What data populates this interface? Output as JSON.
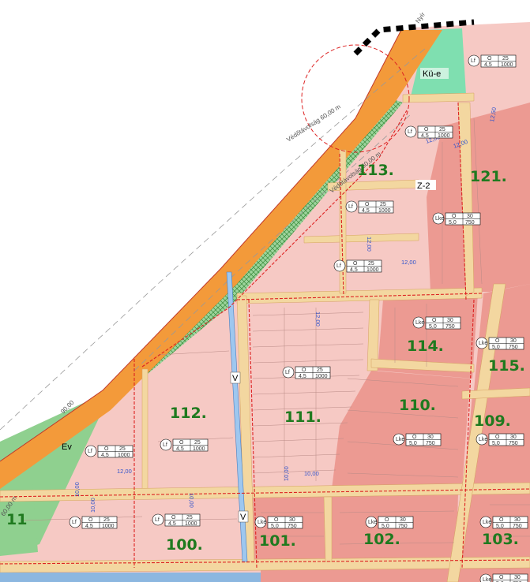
{
  "blocks": [
    {
      "id": "b113",
      "label": "113."
    },
    {
      "id": "b121",
      "label": "121."
    },
    {
      "id": "b114",
      "label": "114."
    },
    {
      "id": "b115",
      "label": "115."
    },
    {
      "id": "b112",
      "label": "112."
    },
    {
      "id": "b111",
      "label": "111."
    },
    {
      "id": "b110",
      "label": "110."
    },
    {
      "id": "b109",
      "label": "109."
    },
    {
      "id": "b11",
      "label": "11"
    },
    {
      "id": "b100",
      "label": "100."
    },
    {
      "id": "b101",
      "label": "101."
    },
    {
      "id": "b102",
      "label": "102."
    },
    {
      "id": "b103",
      "label": "103."
    }
  ],
  "zones": {
    "kue": "Kü-e",
    "z2": "Z-2",
    "ev": "Ev",
    "v": "V"
  },
  "annotations": {
    "protection_1": "Védőtávolság 60,00 m",
    "protection_2": "Védőtávolság 60,00 m",
    "protection_3": "60,00 m",
    "width_90": "90,00",
    "top_road": "Nyír"
  },
  "road_widths": [
    "12,00",
    "12,00",
    "12,00",
    "12,00",
    "12,00",
    "12,00",
    "10,00",
    "10,00",
    "10,00",
    "10,00",
    "10,00",
    "12,50"
  ],
  "legend_boxes": [
    {
      "code": "Lf",
      "type": "O",
      "height": "4,5",
      "ratio": "25",
      "min": "1000"
    },
    {
      "code": "Lke",
      "type": "O",
      "height": "5,0",
      "ratio": "30",
      "min": "750"
    }
  ],
  "colors": {
    "lf_zone": "#f6c9c4",
    "lke_zone": "#ec9a92",
    "road": "#f3c98c",
    "highway": "#f39a3a",
    "green": "#7fc97f",
    "kue": "#7fdfb0",
    "regulation": "#dd2222",
    "text_green": "#1f7a1f",
    "width_blue": "#3355cc"
  }
}
